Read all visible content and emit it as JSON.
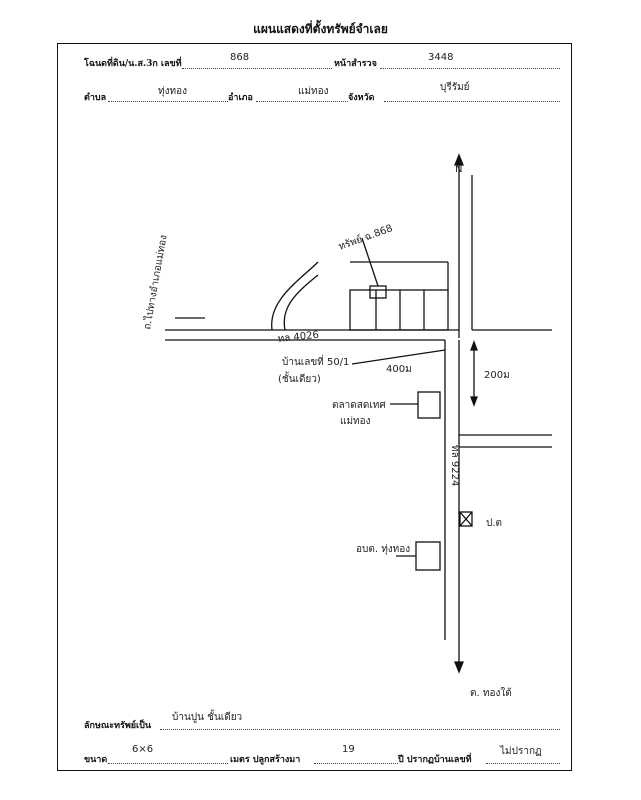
{
  "header": {
    "title": "แผนแสดงที่ตั้งทรัพย์จำเลย"
  },
  "form": {
    "deed_label": "โฉนดที่ดิน/น.ส.3ก เลขที่",
    "deed_no": "868",
    "survey_page_label": "หน้าสำรวจ",
    "survey_page": "3448",
    "tambon_label": "ตำบล",
    "tambon": "ทุ่งทอง",
    "amphoe_label": "อำเภอ",
    "amphoe": "แม่ทอง",
    "province_label": "จังหวัด",
    "province": "บุรีรัมย์",
    "property_type_label": "ลักษณะทรัพย์เป็น",
    "property_type": "บ้านปูน ชั้นเดียว",
    "size_label": "ขนาด",
    "size": "6×6",
    "size_unit_label": "เมตร ปลูกสร้างมา",
    "years": "19",
    "house_no_label": "ปี ปรากฏบ้านเลขที่",
    "house_no": "ไม่ปรากฏ"
  },
  "map": {
    "north": "N",
    "plot_label": "ทรัพย์ ฉ.868",
    "road_top_label": "ทล 4026",
    "road_vertical_label": "ทล 9224",
    "distance_1": "400ม",
    "distance_2": "200ม",
    "house_label_1": "บ้านเลขที่ 50/1",
    "house_label_2": "(ชั้นเดียว)",
    "market_label": "ตลาดสดเทศ",
    "market_label_2": "แม่ทอง",
    "pt_label": "ป.ต",
    "school_label": "อบต. ทุ่งทอง",
    "left_road_label": "ถ.ไปทางอำเภอแม่ทอง",
    "bottom_note": "ต. ทองใต้"
  }
}
